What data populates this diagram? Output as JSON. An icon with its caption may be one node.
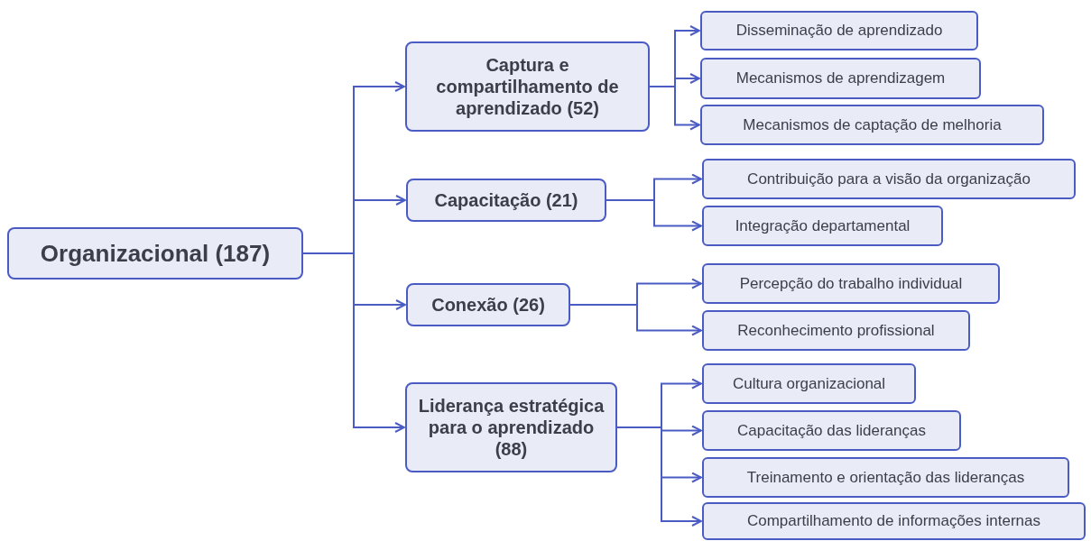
{
  "diagram": {
    "nodes": [
      {
        "text": [
          "Organizacional (187)"
        ]
      },
      {
        "text": [
          "Captura e compartilhamento de aprendizado (52)"
        ]
      },
      {
        "text": [
          "Capacitação (21)"
        ]
      },
      {
        "text": [
          "Conexão (26)"
        ]
      },
      {
        "text": [
          "Liderança estratégica para o aprendizado (88)"
        ]
      },
      {
        "text": [
          "Disseminação de aprendizado"
        ]
      },
      {
        "text": [
          "Mecanismos de aprendizagem"
        ]
      },
      {
        "text": [
          "Mecanismos de captação de melhoria"
        ]
      },
      {
        "text": [
          "Contribuição para a visão da organização"
        ]
      },
      {
        "text": [
          "Integração departamental"
        ]
      },
      {
        "text": [
          "Percepção do trabalho individual"
        ]
      },
      {
        "text": [
          "Reconhecimento profissional"
        ]
      },
      {
        "text": [
          "Cultura organizacional"
        ]
      },
      {
        "text": [
          "Capacitação das lideranças"
        ]
      },
      {
        "text": [
          "Treinamento e orientação das lideranças"
        ]
      },
      {
        "text": [
          "Compartilhamento de informações internas"
        ]
      }
    ],
    "edges": [
      {
        "from": 0,
        "to": 1,
        "arrow": "to"
      },
      {
        "from": 0,
        "to": 2,
        "arrow": "to"
      },
      {
        "from": 0,
        "to": 3,
        "arrow": "to"
      },
      {
        "from": 0,
        "to": 4,
        "arrow": "to"
      },
      {
        "from": 1,
        "to": 5,
        "arrow": "to"
      },
      {
        "from": 1,
        "to": 6,
        "arrow": "to"
      },
      {
        "from": 1,
        "to": 7,
        "arrow": "to"
      },
      {
        "from": 2,
        "to": 8,
        "arrow": "to"
      },
      {
        "from": 2,
        "to": 9,
        "arrow": "to"
      },
      {
        "from": 3,
        "to": 10,
        "arrow": "to"
      },
      {
        "from": 3,
        "to": 11,
        "arrow": "to"
      },
      {
        "from": 4,
        "to": 12,
        "arrow": "to"
      },
      {
        "from": 4,
        "to": 13,
        "arrow": "to"
      },
      {
        "from": 4,
        "to": 14,
        "arrow": "to"
      },
      {
        "from": 4,
        "to": 15,
        "arrow": "to"
      }
    ]
  }
}
